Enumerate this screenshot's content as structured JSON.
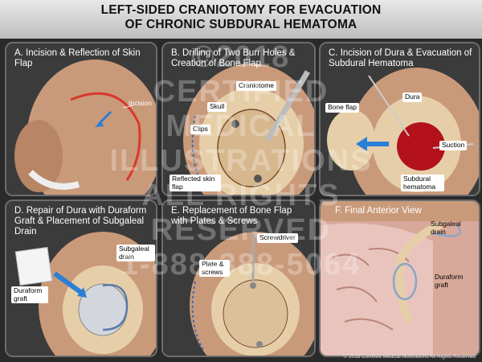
{
  "title": {
    "line1": "LEFT-SIDED CRANIOTOMY FOR EVACUATION",
    "line2": "OF CHRONIC SUBDURAL HEMATOMA"
  },
  "panels": {
    "a": {
      "title": "A. Incision & Reflection of Skin Flap",
      "labels": {
        "incision": "Incision"
      }
    },
    "b": {
      "title": "B. Drilling of Two Burr Holes & Creation of Bone Flap",
      "labels": {
        "craniotome": "Craniotome",
        "skull": "Skull",
        "clips": "Clips",
        "reflected": "Reflected skin flap"
      }
    },
    "c": {
      "title": "C. Incision of Dura & Evacuation of Subdural Hematoma",
      "labels": {
        "bone_flap": "Bone flap",
        "dura": "Dura",
        "suction": "Suction",
        "subdural": "Subdural hematoma"
      }
    },
    "d": {
      "title": "D. Repair of Dura with Duraform Graft & Placement of Subgaleal Drain",
      "labels": {
        "subgaleal": "Subgaleal drain",
        "duraform": "Duraform graft"
      }
    },
    "e": {
      "title": "E. Replacement of Bone Flap with Plates & Screws",
      "labels": {
        "screwdriver": "Screwdriver",
        "plate": "Plate & screws"
      }
    },
    "f": {
      "title": "F. Final Anterior View",
      "labels": {
        "subgaleal": "Subgaleal drain",
        "duraform": "Duraform graft"
      }
    }
  },
  "watermark": {
    "line1": "©2018",
    "line2": "CERTIFIED",
    "line3": "MEDICAL",
    "line4": "ILLUSTRATIONS",
    "line5": "ALL RIGHTS",
    "line6": "RESERVED",
    "line7": "1-888-388-5064"
  },
  "copyright": "© 2018 Certified Medical Illustrations All Rights Reserved",
  "colors": {
    "skin": "#c99a7a",
    "bone": "#e6cfa8",
    "hematoma": "#b3121a",
    "accent_blue": "#2a7fd6"
  }
}
